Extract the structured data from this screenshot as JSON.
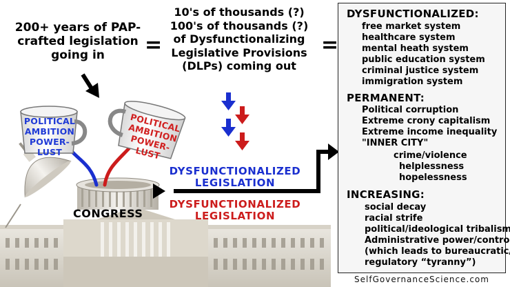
{
  "header": {
    "left_lines": [
      "200+ years of PAP-",
      "crafted legislation",
      "going in"
    ],
    "equals_1": "=",
    "middle_lines": [
      "10's of thousands (?)",
      "100's of thousands (?)",
      "of Dysfunctionalizing",
      "Legislative Provisions",
      "(DLPs) coming out"
    ],
    "equals_2": "="
  },
  "mugs": {
    "left": {
      "lines": [
        "POLITICAL",
        "AMBITION",
        "POWER-",
        "LUST"
      ]
    },
    "right": {
      "lines": [
        "POLITICAL",
        "AMBITION",
        "POWER-",
        "LUST"
      ]
    }
  },
  "building": {
    "label": "CONGRESS"
  },
  "legislation": {
    "blue_lines": [
      "DYSFUNCTIONALIZED",
      "LEGISLATION"
    ],
    "red_lines": [
      "DYSFUNCTIONALIZED",
      "LEGISLATION"
    ]
  },
  "panel": {
    "sections": [
      {
        "title": "DYSFUNCTIONALIZED:",
        "items": [
          "free market system",
          "healthcare system",
          "mental heath system",
          "public education system",
          "criminal justice system",
          "immigration system"
        ]
      },
      {
        "title": "PERMANENT:",
        "items": [
          "Political corruption",
          "Extreme crony capitalism",
          "Extreme income inequality",
          "\"INNER CITY\"",
          "crime/violence",
          "helplessness",
          "hopelessness"
        ]
      },
      {
        "title": "INCREASING:",
        "items": [
          "social decay",
          "racial strife",
          "political/ideological tribalism",
          "Administrative power/control",
          "(which leads to bureaucratic/",
          "regulatory “tyranny”)"
        ]
      }
    ]
  },
  "footer": {
    "credit": "SelfGovernanceScience.com"
  },
  "colors": {
    "blue": "#1a2fcf",
    "red": "#cc1c1c",
    "panel_bg": "#f6f6f6"
  }
}
